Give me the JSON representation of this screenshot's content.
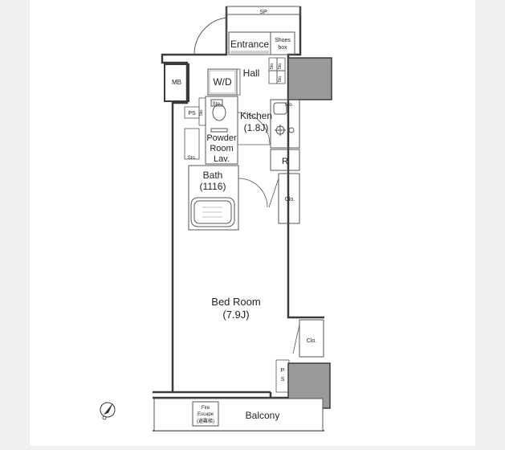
{
  "labels": {
    "sp": "SP",
    "entrance": "Entrance",
    "shoes_box_1": "Shoes",
    "shoes_box_2": "box",
    "hall": "Hall",
    "sto_shelf": "Sto.",
    "mb": "MB",
    "wd": "W/D",
    "ps_top": "PS",
    "sto_small": "Sto.",
    "kitchen": "Kitchen",
    "kitchen_size": "(1.8J)",
    "powder_1": "Powder",
    "powder_2": "Room",
    "powder_3": "Lav.",
    "sto_powder": "Sto.",
    "fridge": "R",
    "clo_top": "Clo.",
    "bath": "Bath",
    "bath_size": "(1116)",
    "bedroom": "Bed Room",
    "bedroom_size": "(7.9J)",
    "clo_bottom": "Clo.",
    "ps_1": "P",
    "ps_2": "S",
    "fire_1": "Fire",
    "fire_2": "Escape",
    "fire_3": "(避難梯)",
    "balcony": "Balcony"
  },
  "colors": {
    "wall": "#3a3a3a",
    "column": "#9a9a9a",
    "balcony_fill": "#d8d8d8"
  }
}
